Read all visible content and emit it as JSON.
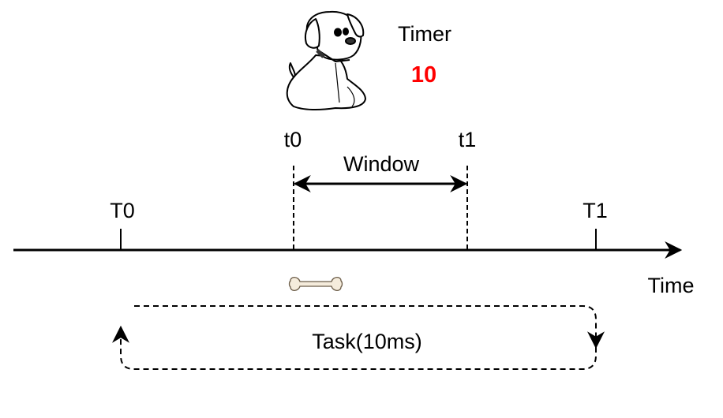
{
  "timer": {
    "label": "Timer",
    "value": "10",
    "value_color": "#ff0000"
  },
  "axis": {
    "label": "Time"
  },
  "ticks": {
    "T0": "T0",
    "T1": "T1"
  },
  "window": {
    "start": "t0",
    "end": "t1",
    "label": "Window"
  },
  "task": {
    "label": "Task(10ms)"
  },
  "icons": {
    "mascot": "dog-icon",
    "reward": "bone-icon"
  }
}
